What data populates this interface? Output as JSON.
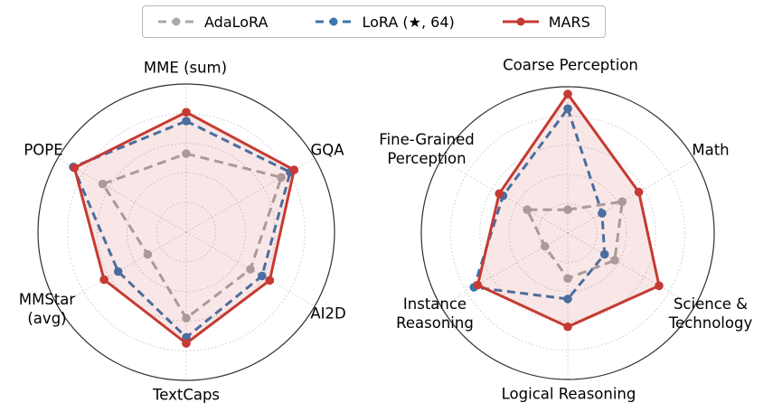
{
  "legend": {
    "items": [
      {
        "label": "AdaLoRA",
        "color": "#a8a8a8",
        "style": "dashed"
      },
      {
        "label": "LoRA (★, 64)",
        "color": "#3b75af",
        "style": "dashed"
      },
      {
        "label": "MARS",
        "color": "#c53a32",
        "style": "solid"
      }
    ]
  },
  "colors": {
    "grid": "#c9c9c9",
    "outer_ring": "#2f2f2f",
    "mars_fill": "rgba(197,58,50,0.12)"
  },
  "chart_data": [
    {
      "type": "radar",
      "title": "",
      "axes": [
        "MME (sum)",
        "GQA",
        "AI2D",
        "TextCaps",
        "MMStar\n(avg)",
        "POPE"
      ],
      "rlim": [
        0,
        1
      ],
      "grid": [
        0.2,
        0.4,
        0.6,
        0.8
      ],
      "legend_position": "top-center-shared",
      "series": [
        {
          "name": "AdaLoRA",
          "color": "#a8a8a8",
          "dash": "10 6",
          "fill": "none",
          "values": [
            0.53,
            0.74,
            0.5,
            0.58,
            0.3,
            0.65
          ]
        },
        {
          "name": "LoRA (★, 64)",
          "color": "#3b75af",
          "dash": "9 5.5",
          "fill": "none",
          "values": [
            0.75,
            0.81,
            0.59,
            0.71,
            0.53,
            0.88
          ]
        },
        {
          "name": "MARS",
          "color": "#c53a32",
          "dash": "",
          "fill": "rgba(197,58,50,0.12)",
          "values": [
            0.81,
            0.84,
            0.65,
            0.75,
            0.64,
            0.87
          ]
        }
      ]
    },
    {
      "type": "radar",
      "title": "",
      "axes": [
        "Coarse Perception",
        "Math",
        "Science &\nTechnology",
        "Logical Reasoning",
        "Instance\nReasoning",
        "Fine-Grained\nPerception"
      ],
      "rlim": [
        0,
        1
      ],
      "grid": [
        0.2,
        0.4,
        0.6,
        0.8
      ],
      "legend_position": "top-center-shared",
      "series": [
        {
          "name": "AdaLoRA",
          "color": "#a8a8a8",
          "dash": "10 6",
          "fill": "none",
          "values": [
            0.16,
            0.43,
            0.37,
            0.31,
            0.18,
            0.32
          ]
        },
        {
          "name": "LoRA (★, 64)",
          "color": "#3b75af",
          "dash": "9 5.5",
          "fill": "none",
          "values": [
            0.85,
            0.27,
            0.29,
            0.45,
            0.74,
            0.51
          ]
        },
        {
          "name": "MARS",
          "color": "#c53a32",
          "dash": "",
          "fill": "rgba(197,58,50,0.12)",
          "values": [
            0.95,
            0.56,
            0.72,
            0.64,
            0.71,
            0.54
          ]
        }
      ]
    }
  ]
}
